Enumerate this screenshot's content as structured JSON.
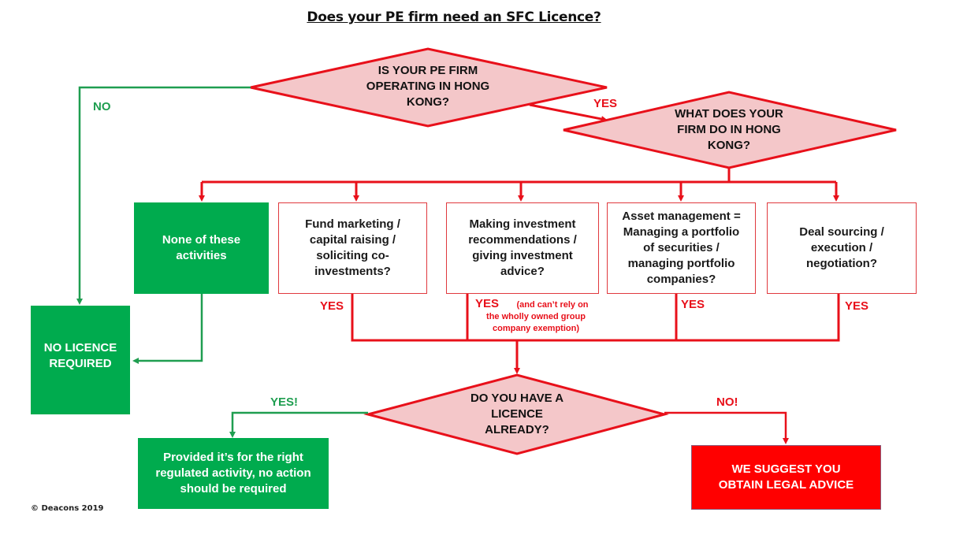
{
  "title": "Does your PE firm need an SFC Licence?",
  "colors": {
    "red": "#e8101a",
    "green": "#1f9e50",
    "diamond_fill": "#f4c7c9",
    "green_box": "#00ab4e",
    "red_box": "#ff0000"
  },
  "decisions": {
    "operating_in_hk": "IS YOUR PE FIRM\nOPERATING IN HONG\nKONG?",
    "what_does_firm_do": "WHAT DOES YOUR\nFIRM DO IN HONG\nKONG?",
    "have_licence": "DO YOU HAVE A\nLICENCE\nALREADY?"
  },
  "activities": [
    {
      "label": "None of these\nactivities",
      "type": "none"
    },
    {
      "label": "Fund marketing /\ncapital raising /\nsoliciting co-\ninvestments?",
      "answer": "YES"
    },
    {
      "label": "Making investment\nrecommendations /\ngiving investment\nadvice?",
      "answer": "YES",
      "note": "(and can’t rely on\nthe wholly owned group\ncompany exemption)"
    },
    {
      "label": "Asset management =\nManaging a portfolio\nof securities /\nmanaging portfolio\ncompanies?",
      "answer": "YES"
    },
    {
      "label": "Deal sourcing /\nexecution /\nnegotiation?",
      "answer": "YES"
    }
  ],
  "edge_labels": {
    "no": "NO",
    "yes": "YES",
    "yes_bang": "YES!",
    "no_bang": "NO!"
  },
  "outcomes": {
    "no_licence": "NO LICENCE\nREQUIRED",
    "no_action": "Provided it’s for the right\nregulated activity, no action\nshould be required",
    "legal_advice": "WE SUGGEST YOU\nOBTAIN LEGAL ADVICE"
  },
  "copyright": "© Deacons 2019"
}
